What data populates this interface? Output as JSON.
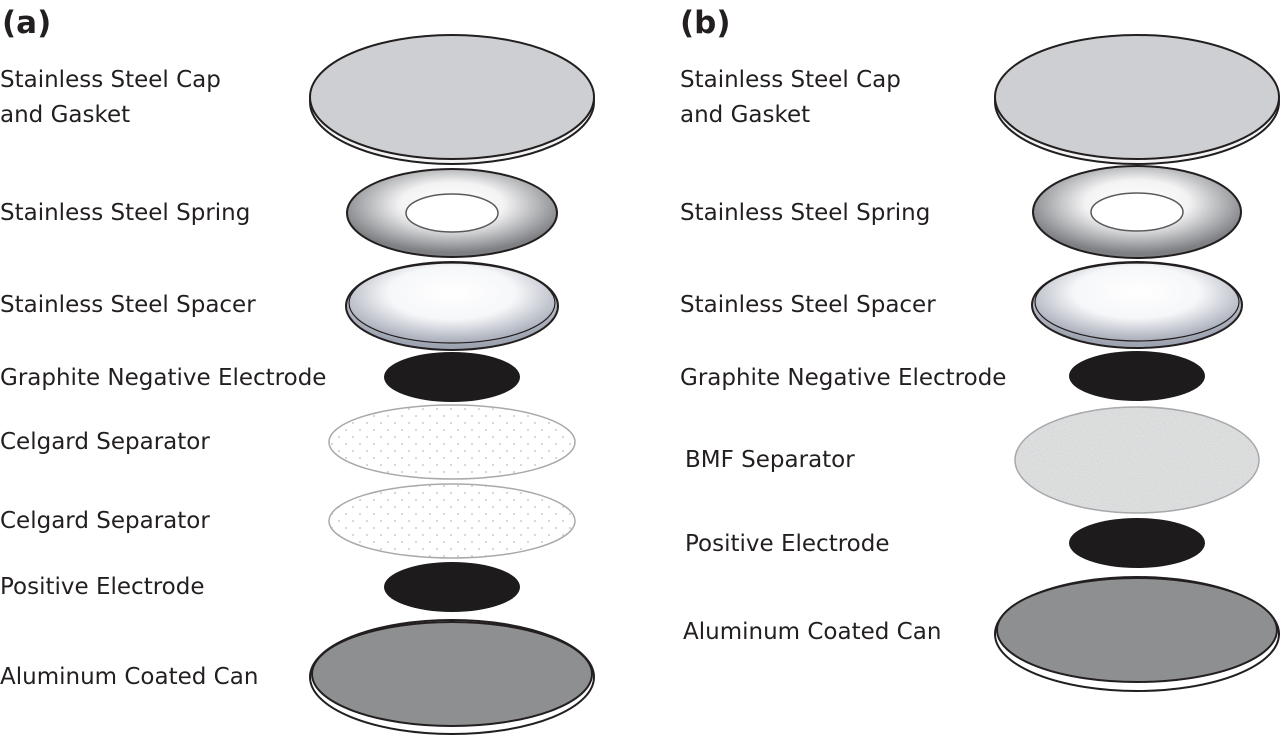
{
  "panels": {
    "a": {
      "label": "(a)",
      "components": {
        "cap": "Stainless Steel Cap\nand Gasket",
        "spring": "Stainless Steel Spring",
        "spacer": "Stainless Steel Spacer",
        "negative": "Graphite Negative Electrode",
        "separator1": "Celgard Separator",
        "separator2": "Celgard Separator",
        "positive": "Positive Electrode",
        "can": "Aluminum Coated Can"
      }
    },
    "b": {
      "label": "(b)",
      "components": {
        "cap": "Stainless Steel Cap\nand Gasket",
        "spring": "Stainless Steel Spring",
        "spacer": "Stainless Steel Spacer",
        "negative": "Graphite Negative Electrode",
        "separator": "BMF Separator",
        "positive": "Positive Electrode",
        "can": "Aluminum Coated Can"
      }
    }
  },
  "colors": {
    "cap_fill": "#cdcfd3",
    "can_fill": "#8e8f91",
    "electrode_fill": "#1d1b1c",
    "outline": "#231f20",
    "separator_outline": "#a7a9ac"
  }
}
